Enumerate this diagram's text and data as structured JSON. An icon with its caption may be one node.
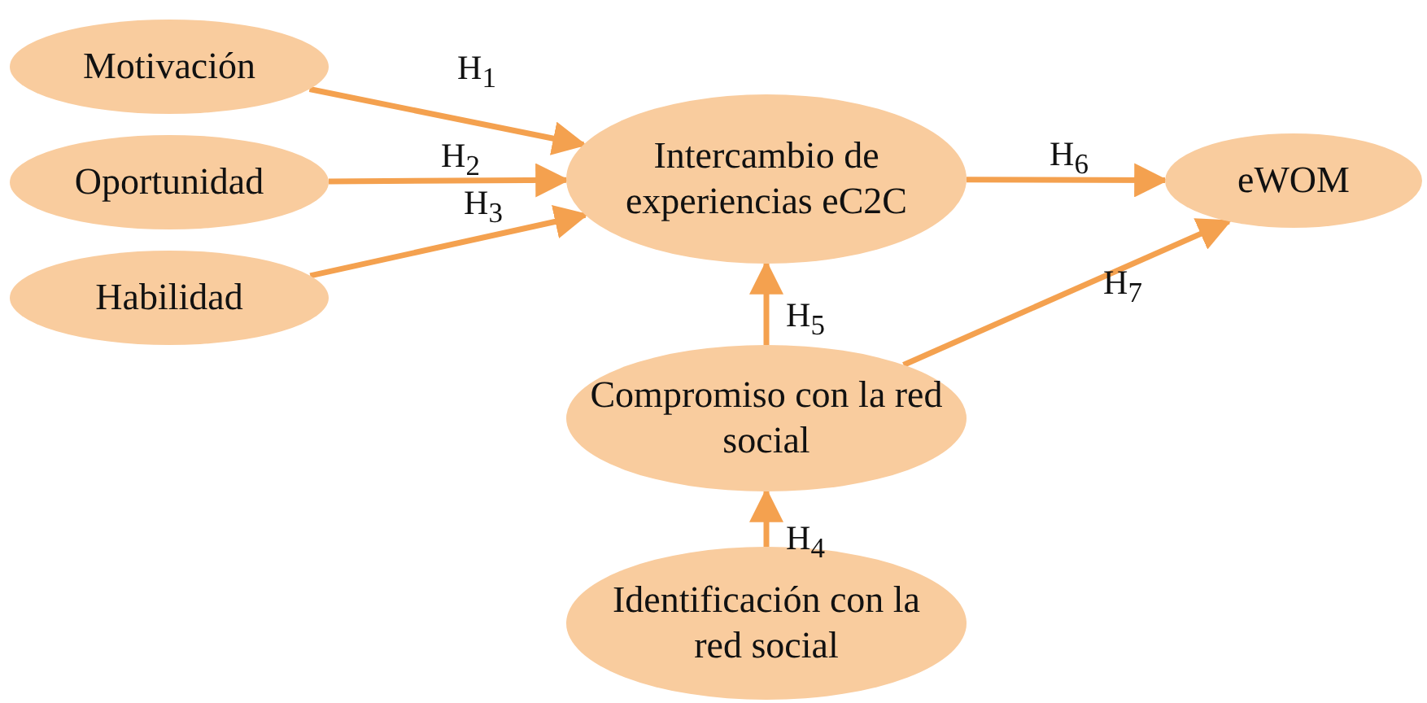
{
  "diagram": {
    "nodes": [
      {
        "text": [
          "Motivación"
        ]
      },
      {
        "text": [
          "Oportunidad"
        ]
      },
      {
        "text": [
          "Habilidad"
        ]
      },
      {
        "text": [
          "Intercambio de experiencias eC2C"
        ]
      },
      {
        "text": [
          "eWOM"
        ]
      },
      {
        "text": [
          "Compromiso con la red social"
        ]
      },
      {
        "text": [
          "Identificación con la red social"
        ]
      }
    ],
    "edges": [
      {
        "from": 0,
        "to": 3,
        "arrow": "to",
        "label": "H$_{1}$"
      },
      {
        "from": 1,
        "to": 3,
        "arrow": "to",
        "label": "H$_{2}$"
      },
      {
        "from": 2,
        "to": 3,
        "arrow": "to",
        "label": "H$_{3}$"
      },
      {
        "from": 6,
        "to": 5,
        "arrow": "to",
        "label": "H$_{4}$"
      },
      {
        "from": 5,
        "to": 3,
        "arrow": "to",
        "label": "H$_{5}$"
      },
      {
        "from": 3,
        "to": 4,
        "arrow": "to",
        "label": "H$_{6}$"
      },
      {
        "from": 5,
        "to": 4,
        "arrow": "to",
        "label": "H$_{7}$"
      }
    ]
  }
}
